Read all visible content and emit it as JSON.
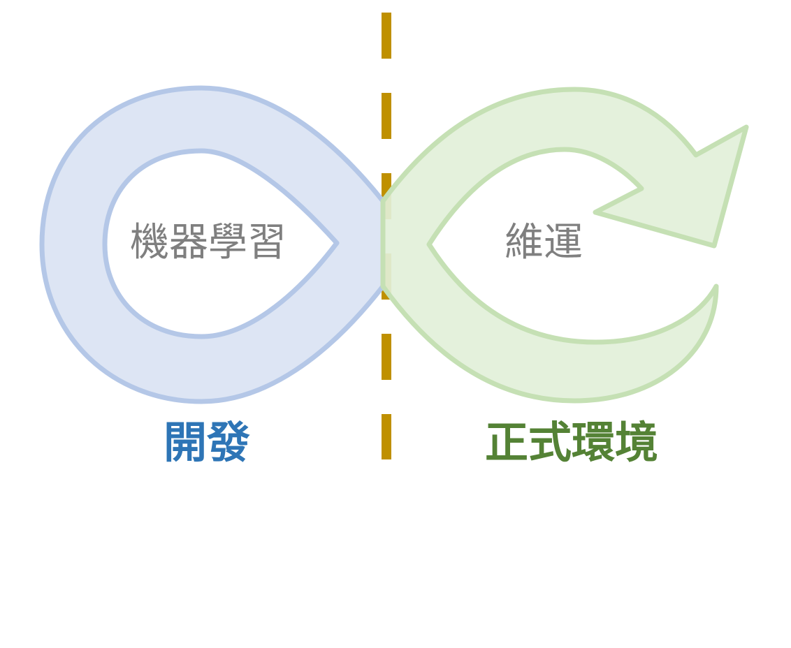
{
  "loops": {
    "left_label": "機器學習",
    "right_label": "維運"
  },
  "sections": {
    "left_label": "開發",
    "right_label": "正式環境"
  },
  "colors": {
    "left_fill": "#dae3f3",
    "left_stroke": "#b4c7e7",
    "right_fill": "#e2f0d9",
    "right_stroke": "#c5e0b4",
    "divider": "#bf9000",
    "left_title": "#2e75b6",
    "right_title": "#548235",
    "loop_text": "#7f7f7f"
  }
}
